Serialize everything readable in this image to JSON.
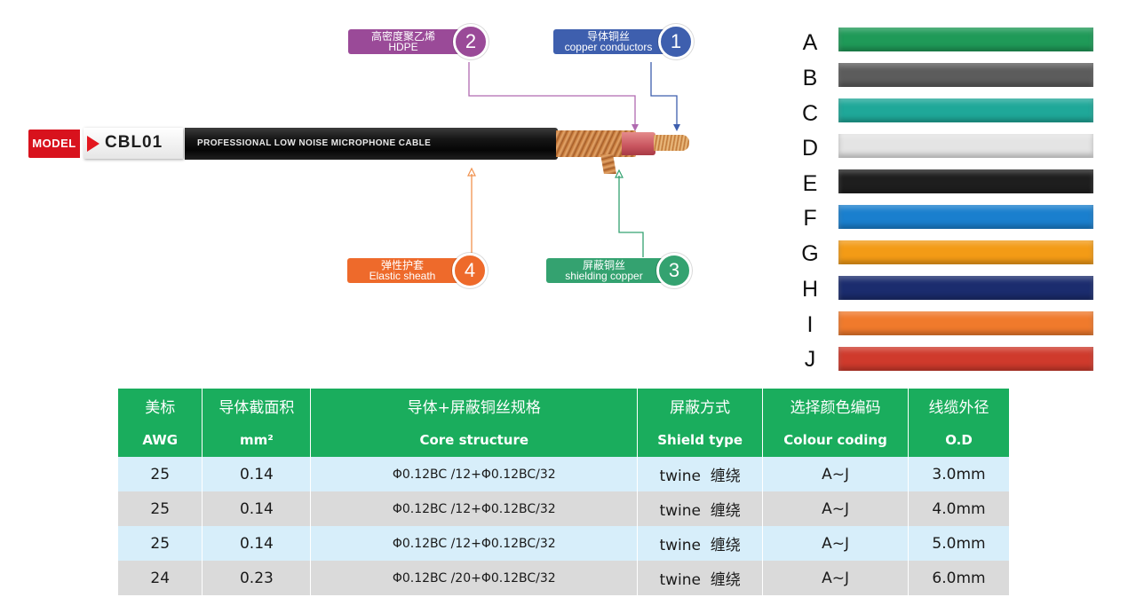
{
  "model": {
    "tag": "MODEL",
    "name": "CBL01"
  },
  "cable": {
    "printed_text": "PROFESSIONAL LOW NOISE MICROPHONE CABLE"
  },
  "callouts": [
    {
      "number": "1",
      "zh": "导体铜丝",
      "en": "copper conductors",
      "color": "#3e5fae"
    },
    {
      "number": "2",
      "zh": "高密度聚乙烯",
      "en": "HDPE",
      "color": "#9a4a98"
    },
    {
      "number": "3",
      "zh": "屏蔽铜丝",
      "en": "shielding copper",
      "color": "#34a270"
    },
    {
      "number": "4",
      "zh": "弹性护套",
      "en": "Elastic sheath",
      "color": "#ee6a2b"
    }
  ],
  "colors": [
    {
      "letter": "A",
      "hex": "#1f9a58"
    },
    {
      "letter": "B",
      "hex": "#5c5c5c"
    },
    {
      "letter": "C",
      "hex": "#1fa899"
    },
    {
      "letter": "D",
      "hex": "#e4e4e4"
    },
    {
      "letter": "E",
      "hex": "#1e1e1e"
    },
    {
      "letter": "F",
      "hex": "#1a7fce"
    },
    {
      "letter": "G",
      "hex": "#f39b16"
    },
    {
      "letter": "H",
      "hex": "#1b2c6e"
    },
    {
      "letter": "I",
      "hex": "#f07a2c"
    },
    {
      "letter": "J",
      "hex": "#cf3a2c"
    }
  ],
  "table": {
    "headers_zh": [
      "美标",
      "导体截面积",
      "导体+屏蔽铜丝规格",
      "屏蔽方式",
      "选择颜色编码",
      "线缆外径"
    ],
    "headers_en": [
      "AWG",
      "mm²",
      "Core structure",
      "Shield type",
      "Colour coding",
      "O.D"
    ],
    "rows": [
      [
        "25",
        "0.14",
        "Φ0.12BC /12+Φ0.12BC/32",
        "twine  缠绕",
        "A~J",
        "3.0mm"
      ],
      [
        "25",
        "0.14",
        "Φ0.12BC /12+Φ0.12BC/32",
        "twine  缠绕",
        "A~J",
        "4.0mm"
      ],
      [
        "25",
        "0.14",
        "Φ0.12BC /12+Φ0.12BC/32",
        "twine  缠绕",
        "A~J",
        "5.0mm"
      ],
      [
        "24",
        "0.23",
        "Φ0.12BC /20+Φ0.12BC/32",
        "twine  缠绕",
        "A~J",
        "6.0mm"
      ]
    ]
  }
}
